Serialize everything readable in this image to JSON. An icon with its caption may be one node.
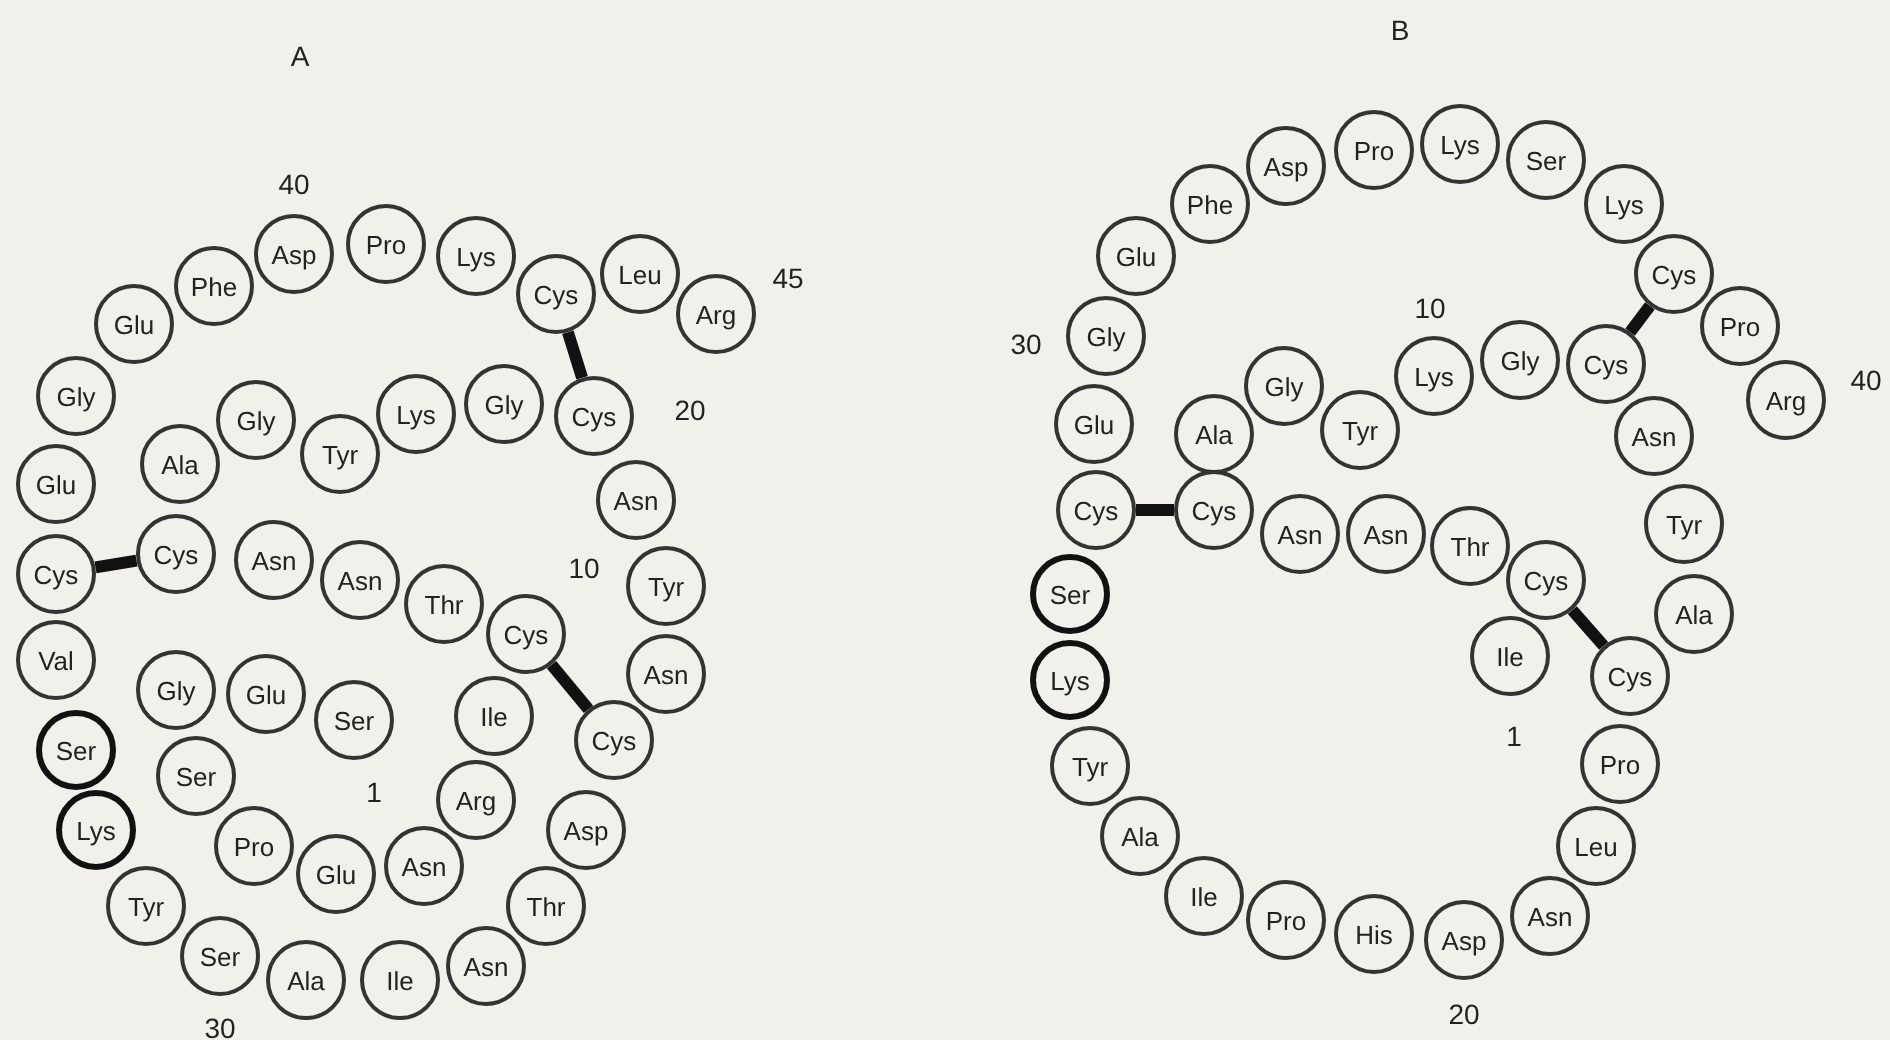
{
  "diagram": {
    "nodes": [
      {
        "text": [
          "Ser"
        ],
        "beside": [
          "1"
        ]
      },
      {
        "text": [
          "Glu"
        ]
      },
      {
        "text": [
          "Gly"
        ]
      },
      {
        "text": [
          "Ser"
        ]
      },
      {
        "text": [
          "Pro"
        ]
      },
      {
        "text": [
          "Glu"
        ]
      },
      {
        "text": [
          "Asn"
        ]
      },
      {
        "text": [
          "Arg"
        ]
      },
      {
        "text": [
          "Ile"
        ]
      },
      {
        "text": [
          "Cys"
        ],
        "beside": [
          "10"
        ]
      },
      {
        "text": [
          "Thr"
        ]
      },
      {
        "text": [
          "Asn"
        ]
      },
      {
        "text": [
          "Asn"
        ]
      },
      {
        "text": [
          "Cys"
        ]
      },
      {
        "text": [
          "Ala"
        ]
      },
      {
        "text": [
          "Gly"
        ]
      },
      {
        "text": [
          "Tyr"
        ]
      },
      {
        "text": [
          "Lys"
        ]
      },
      {
        "text": [
          "Gly"
        ]
      },
      {
        "text": [
          "Cys"
        ],
        "beside": [
          "20"
        ]
      },
      {
        "text": [
          "Asn"
        ]
      },
      {
        "text": [
          "Tyr"
        ]
      },
      {
        "text": [
          "Asn"
        ]
      },
      {
        "text": [
          "Cys"
        ]
      },
      {
        "text": [
          "Asp"
        ]
      },
      {
        "text": [
          "Thr"
        ]
      },
      {
        "text": [
          "Asn"
        ]
      },
      {
        "text": [
          "Ile"
        ]
      },
      {
        "text": [
          "Ala"
        ]
      },
      {
        "text": [
          "Ser"
        ],
        "beside": [
          "30"
        ]
      },
      {
        "text": [
          "Tyr"
        ]
      },
      {
        "text": [
          "Lys"
        ]
      },
      {
        "text": [
          "Ser"
        ]
      },
      {
        "text": [
          "Val"
        ]
      },
      {
        "text": [
          "Cys"
        ]
      },
      {
        "text": [
          "Glu"
        ]
      },
      {
        "text": [
          "Gly"
        ]
      },
      {
        "text": [
          "Glu"
        ]
      },
      {
        "text": [
          "Phe"
        ]
      },
      {
        "text": [
          "Asp"
        ],
        "beside": [
          "40"
        ]
      },
      {
        "text": [
          "Pro"
        ]
      },
      {
        "text": [
          "Lys"
        ]
      },
      {
        "text": [
          "Cys"
        ]
      },
      {
        "text": [
          "Leu"
        ]
      },
      {
        "text": [
          "Arg"
        ],
        "beside": [
          "45"
        ]
      },
      {
        "text": [
          "Ile"
        ],
        "beside": [
          "1"
        ]
      },
      {
        "text": [
          "Cys"
        ]
      },
      {
        "text": [
          "Thr"
        ]
      },
      {
        "text": [
          "Asn"
        ]
      },
      {
        "text": [
          "Asn"
        ]
      },
      {
        "text": [
          "Cys"
        ]
      },
      {
        "text": [
          "Ala"
        ]
      },
      {
        "text": [
          "Gly"
        ]
      },
      {
        "text": [
          "Tyr"
        ]
      },
      {
        "text": [
          "Lys"
        ],
        "beside": [
          "10"
        ]
      },
      {
        "text": [
          "Gly"
        ]
      },
      {
        "text": [
          "Cys"
        ]
      },
      {
        "text": [
          "Asn"
        ]
      },
      {
        "text": [
          "Tyr"
        ]
      },
      {
        "text": [
          "Ala"
        ]
      },
      {
        "text": [
          "Cys"
        ]
      },
      {
        "text": [
          "Pro"
        ]
      },
      {
        "text": [
          "Leu"
        ]
      },
      {
        "text": [
          "Asn"
        ]
      },
      {
        "text": [
          "Asp"
        ],
        "beside": [
          "20"
        ]
      },
      {
        "text": [
          "His"
        ]
      },
      {
        "text": [
          "Pro"
        ]
      },
      {
        "text": [
          "Ile"
        ]
      },
      {
        "text": [
          "Ala"
        ]
      },
      {
        "text": [
          "Tyr"
        ]
      },
      {
        "text": [
          "Lys"
        ]
      },
      {
        "text": [
          "Ser"
        ]
      },
      {
        "text": [
          "Cys"
        ]
      },
      {
        "text": [
          "Glu"
        ]
      },
      {
        "text": [
          "Gly"
        ],
        "beside": [
          "30"
        ]
      },
      {
        "text": [
          "Glu"
        ]
      },
      {
        "text": [
          "Phe"
        ]
      },
      {
        "text": [
          "Asp"
        ]
      },
      {
        "text": [
          "Pro"
        ]
      },
      {
        "text": [
          "Lys"
        ]
      },
      {
        "text": [
          "Ser"
        ]
      },
      {
        "text": [
          "Lys"
        ]
      },
      {
        "text": [
          "Cys"
        ]
      },
      {
        "text": [
          "Pro"
        ]
      },
      {
        "text": [
          "Arg"
        ],
        "beside": [
          "40"
        ]
      }
    ],
    "edges": [
      {
        "from": 34,
        "to": 13,
        "arrow": "none"
      },
      {
        "from": 42,
        "to": 19,
        "arrow": "none"
      },
      {
        "from": 9,
        "to": 23,
        "arrow": "none"
      },
      {
        "from": 72,
        "to": 50,
        "arrow": "none"
      },
      {
        "from": 82,
        "to": 56,
        "arrow": "none"
      },
      {
        "from": 46,
        "to": 60,
        "arrow": "none"
      }
    ],
    "labels": [
      "A",
      "B"
    ]
  }
}
